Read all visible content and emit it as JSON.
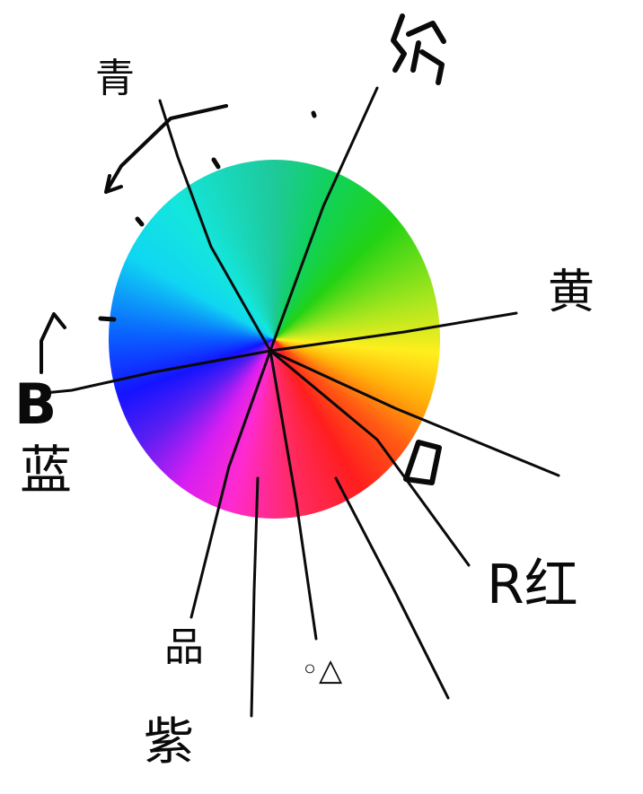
{
  "labels": {
    "cyan": "青",
    "green": "绿",
    "yellow": "黄",
    "blue_letter": "B",
    "blue": "蓝",
    "red": "R红",
    "magenta_1": "品",
    "magenta_2": "紫",
    "square": "□",
    "circle_triangle": "◦△"
  },
  "colors": {
    "ink": "#0a0a0a",
    "background": "#ffffff"
  }
}
